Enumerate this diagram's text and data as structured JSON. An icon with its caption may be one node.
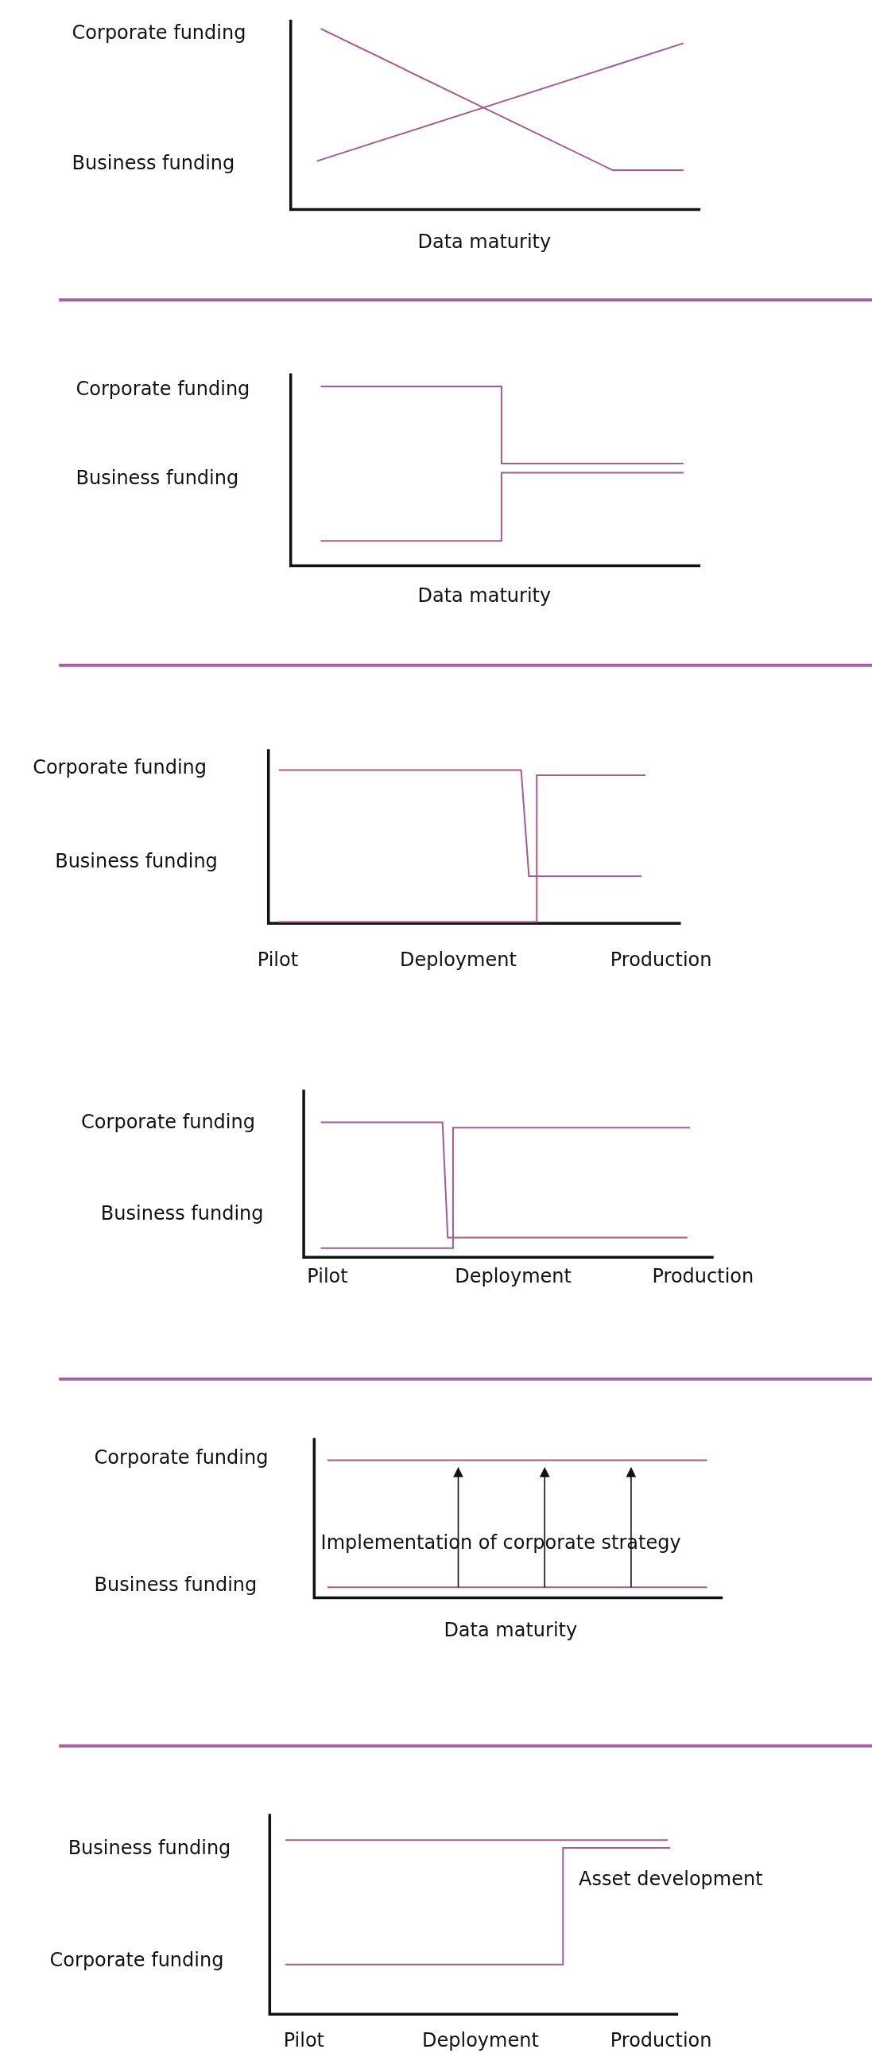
{
  "diagram": {
    "labels": [
      "Corporate funding",
      "Business funding",
      "Data maturity",
      "Corporate funding",
      "Business funding",
      "Data maturity",
      "Corporate funding",
      "Business funding",
      "Pilot",
      "Deployment",
      "Production",
      "Corporate funding",
      "Business funding",
      "Pilot",
      "Deployment",
      "Production",
      "Corporate funding",
      "Implementation of corporate strategy",
      "Business funding",
      "Data maturity",
      "Business funding",
      "Asset development",
      "Corporate funding",
      "Pilot",
      "Deployment",
      "Production"
    ]
  }
}
